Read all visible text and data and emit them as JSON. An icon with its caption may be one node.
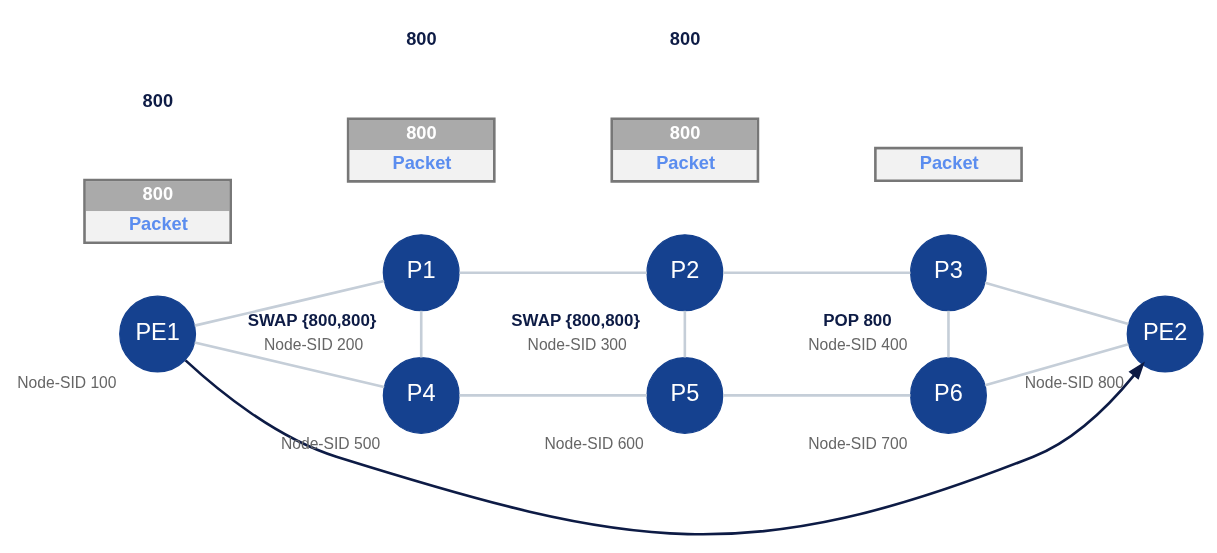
{
  "diagram": {
    "nodes": [
      {
        "text": [
          "PE1"
        ],
        "beside": [
          "Node-SID 100"
        ]
      },
      {
        "text": [
          "P1"
        ],
        "beside": [
          "SWAP {800,800}",
          "Node-SID 200"
        ]
      },
      {
        "text": [
          "P2"
        ],
        "beside": [
          "SWAP {800,800}",
          "Node-SID 300"
        ]
      },
      {
        "text": [
          "P3"
        ],
        "beside": [
          "POP 800",
          "Node-SID 400"
        ]
      },
      {
        "text": [
          "PE2"
        ],
        "beside": [
          "Node-SID 800"
        ]
      },
      {
        "text": [
          "P4"
        ],
        "beside": [
          "Node-SID 500"
        ]
      },
      {
        "text": [
          "P5"
        ],
        "beside": [
          "Node-SID 600"
        ]
      },
      {
        "text": [
          "P6"
        ],
        "beside": [
          "Node-SID 700"
        ]
      },
      {
        "text": [
          "800",
          "Packet"
        ]
      },
      {
        "text": [
          "800",
          "Packet"
        ]
      },
      {
        "text": [
          "800",
          "Packet"
        ]
      },
      {
        "text": [
          "Packet"
        ]
      }
    ],
    "edges": [
      {
        "from": 0,
        "to": 1,
        "arrow": "none"
      },
      {
        "from": 0,
        "to": 5,
        "arrow": "none"
      },
      {
        "from": 1,
        "to": 2,
        "arrow": "none"
      },
      {
        "from": 1,
        "to": 5,
        "arrow": "none"
      },
      {
        "from": 2,
        "to": 3,
        "arrow": "none"
      },
      {
        "from": 2,
        "to": 6,
        "arrow": "none"
      },
      {
        "from": 3,
        "to": 4,
        "arrow": "none"
      },
      {
        "from": 3,
        "to": 7,
        "arrow": "none"
      },
      {
        "from": 5,
        "to": 6,
        "arrow": "none"
      },
      {
        "from": 6,
        "to": 7,
        "arrow": "none"
      },
      {
        "from": 7,
        "to": 4,
        "arrow": "none"
      },
      {
        "from": 0,
        "to": 4,
        "arrow": "to",
        "color": "#0d1b45"
      }
    ],
    "labels": [
      "800",
      "800",
      "800"
    ]
  }
}
